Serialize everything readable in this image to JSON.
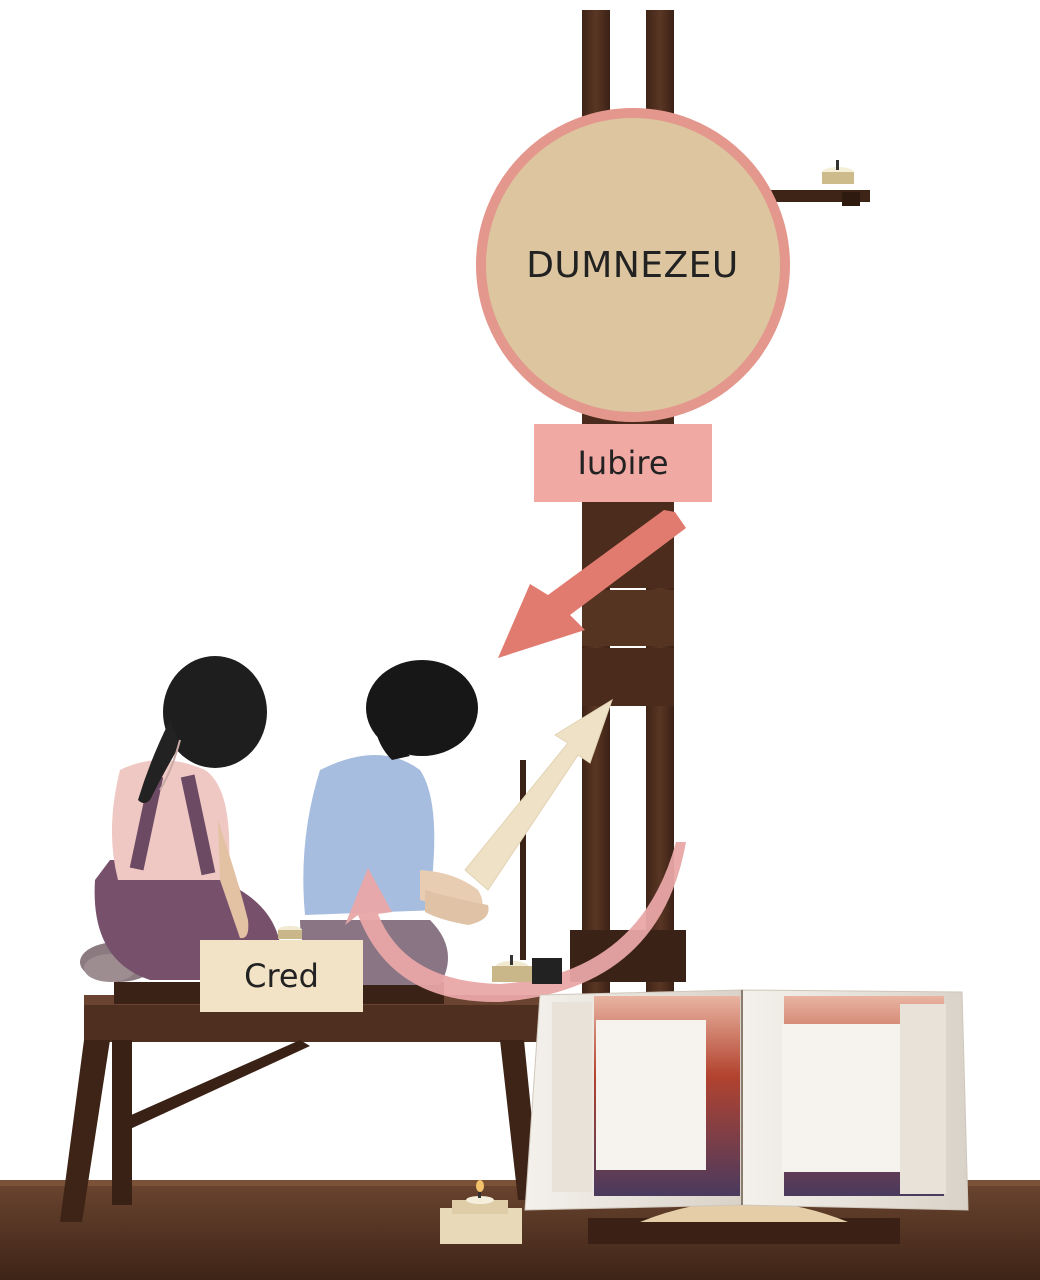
{
  "concepts": {
    "god": "DUMNEZEU",
    "love": "Iubire",
    "believe": "Cred"
  },
  "colors": {
    "god_circle_fill": "#dcc59f",
    "god_circle_ring": "#e4978c",
    "love_box": "#f0a9a3",
    "believe_box": "#f2e3c6",
    "love_arrow": "#e27b6f",
    "faith_arrow": "#eee1c6",
    "cycle_arrow": "#e9a7a7",
    "wood_dark": "#4a2b1d",
    "table_wood": "#5d3a26"
  },
  "icons": [
    "easel-frame",
    "tealight-candle-icon",
    "bible-book",
    "child-girl",
    "child-boy",
    "low-bench"
  ]
}
